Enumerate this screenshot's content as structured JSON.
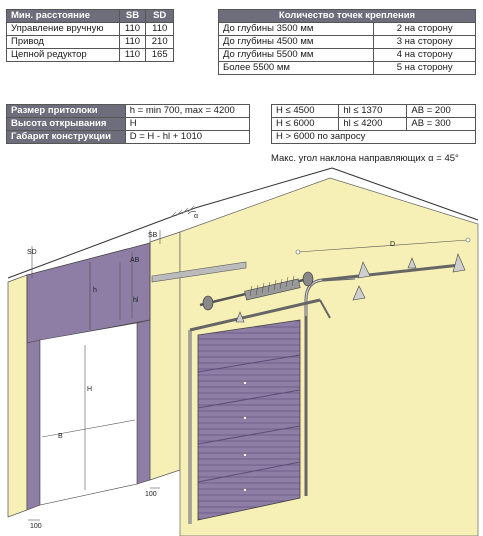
{
  "min_distance": {
    "header": {
      "label": "Мин. расстояние",
      "sb": "SB",
      "sd": "SD"
    },
    "rows": [
      {
        "label": "Управление вручную",
        "sb": "110",
        "sd": "110"
      },
      {
        "label": "Привод",
        "sb": "110",
        "sd": "210"
      },
      {
        "label": "Цепной редуктор",
        "sb": "110",
        "sd": "165"
      }
    ]
  },
  "mount_points": {
    "header": "Количество точек крепления",
    "rows": [
      {
        "depth": "До глубины 3500 мм",
        "count": "2 на сторону"
      },
      {
        "depth": "До глубины 4500 мм",
        "count": "3 на сторону"
      },
      {
        "depth": "До глубины 5500 мм",
        "count": "4 на сторону"
      },
      {
        "depth": "Более 5500 мм",
        "count": "5 на сторону"
      }
    ]
  },
  "dimensions": {
    "rows": [
      {
        "label": "Размер притолоки",
        "value": "h = min 700, max = 4200"
      },
      {
        "label": "Высота открывания",
        "value": "H"
      },
      {
        "label": "Габарит конструкции",
        "value": "D = H - hl + 1010"
      }
    ]
  },
  "height_limits": {
    "rows": [
      {
        "h": "H ≤ 4500",
        "hl": "hl ≤ 1370",
        "ab": "AB = 200"
      },
      {
        "h": "H ≤ 6000",
        "hl": "hl ≤ 4200",
        "ab": "AB = 300"
      }
    ],
    "extra": "H > 6000  по запросу"
  },
  "note": "Макс. угол наклона направляющих α = 45°",
  "drawing_labels": {
    "sd": "SD",
    "sb": "SB",
    "ab": "AB",
    "h_small": "h",
    "hl": "hl",
    "h_big": "H",
    "b": "B",
    "d": "D",
    "alpha": "α",
    "offset_right": "100",
    "offset_bottom": "100"
  },
  "colors": {
    "panel": "#8e7ea6",
    "wall": "#f6efb6",
    "header": "#6d6d7b"
  }
}
